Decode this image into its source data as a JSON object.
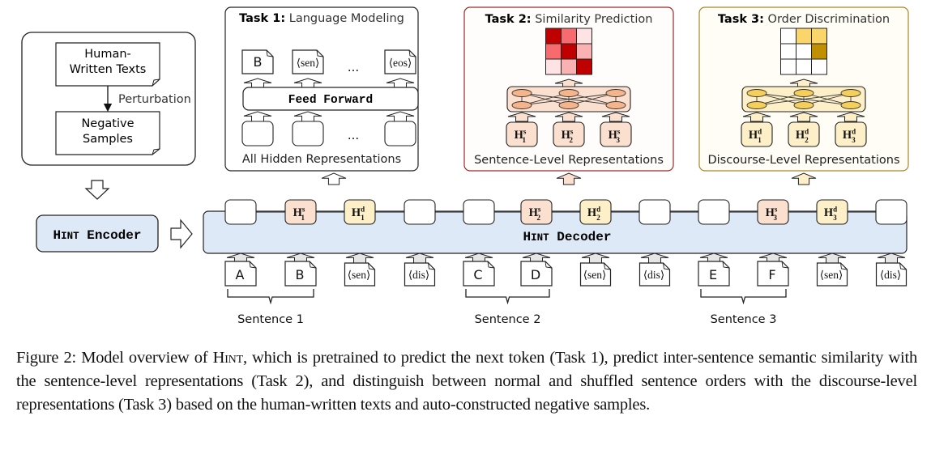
{
  "data_panel": {
    "human_texts": [
      "Human-",
      "Written Texts"
    ],
    "negative_samples": [
      "Negative",
      "Samples"
    ],
    "perturbation_label": "Perturbation"
  },
  "encoder": {
    "label_prefix": "H",
    "label_smallcaps": "INT",
    "label_suffix": " Encoder"
  },
  "decoder": {
    "label_prefix": "H",
    "label_smallcaps": "INT",
    "label_suffix": " Decoder"
  },
  "task1": {
    "title_bold": "Task 1:",
    "title_rest": " Language Modeling",
    "outputs": [
      "B",
      "⟨sen⟩",
      "...",
      "⟨eos⟩"
    ],
    "feed_forward": "Feed Forward",
    "ellipsis": "...",
    "footer": "All Hidden Representations"
  },
  "task2": {
    "title_bold": "Task 2:",
    "title_rest": " Similarity Prediction",
    "matrix_colors": [
      [
        "#c00000",
        "#f76a6d",
        "#fde3e3"
      ],
      [
        "#f76a6d",
        "#c00000",
        "#f9b1b1"
      ],
      [
        "#fde3e3",
        "#f9b1b1",
        "#c00000"
      ]
    ],
    "reps": [
      {
        "base": "H",
        "sup": "s",
        "sub": "1"
      },
      {
        "base": "H",
        "sup": "s",
        "sub": "2"
      },
      {
        "base": "H",
        "sup": "s",
        "sub": "3"
      }
    ],
    "footer": "Sentence-Level Representations"
  },
  "task3": {
    "title_bold": "Task 3:",
    "title_rest": " Order Discrimination",
    "matrix_colors": [
      [
        "#ffffff",
        "#fad56a",
        "#fad56a"
      ],
      [
        "#ffffff",
        "#ffffff",
        "#c09000"
      ],
      [
        "#ffffff",
        "#ffffff",
        "#ffffff"
      ]
    ],
    "reps": [
      {
        "base": "H",
        "sup": "d",
        "sub": "1"
      },
      {
        "base": "H",
        "sup": "d",
        "sub": "2"
      },
      {
        "base": "H",
        "sup": "d",
        "sub": "3"
      }
    ],
    "footer": "Discourse-Level Representations"
  },
  "decoder_hidden": [
    {
      "type": "empty"
    },
    {
      "type": "s",
      "base": "H",
      "sup": "s",
      "sub": "1"
    },
    {
      "type": "d",
      "base": "H",
      "sup": "d",
      "sub": "1"
    },
    {
      "type": "empty"
    },
    {
      "type": "empty"
    },
    {
      "type": "s",
      "base": "H",
      "sup": "s",
      "sub": "2"
    },
    {
      "type": "d",
      "base": "H",
      "sup": "d",
      "sub": "2"
    },
    {
      "type": "empty"
    },
    {
      "type": "empty"
    },
    {
      "type": "s",
      "base": "H",
      "sup": "s",
      "sub": "3"
    },
    {
      "type": "d",
      "base": "H",
      "sup": "d",
      "sub": "3"
    },
    {
      "type": "empty"
    }
  ],
  "input_tokens": [
    {
      "text": "A",
      "style": "hand"
    },
    {
      "text": "B",
      "style": "hand"
    },
    {
      "text": "⟨sen⟩",
      "style": "serif"
    },
    {
      "text": "⟨dis⟩",
      "style": "serif"
    },
    {
      "text": "C",
      "style": "hand"
    },
    {
      "text": "D",
      "style": "hand"
    },
    {
      "text": "⟨sen⟩",
      "style": "serif"
    },
    {
      "text": "⟨dis⟩",
      "style": "serif"
    },
    {
      "text": "E",
      "style": "hand"
    },
    {
      "text": "F",
      "style": "hand"
    },
    {
      "text": "⟨sen⟩",
      "style": "serif"
    },
    {
      "text": "⟨dis⟩",
      "style": "serif"
    }
  ],
  "sentences": [
    "Sentence 1",
    "Sentence 2",
    "Sentence 3"
  ],
  "colors": {
    "decoder_fill": "#dde9f6",
    "s_fill": "#fbe0d0",
    "d_fill": "#fdf0c8",
    "task2_border": "#9b2a2a",
    "task3_border": "#a8862a",
    "task2_bg": "#fffdfb",
    "task3_bg": "#fffdf5",
    "node_s": "#f5b48a",
    "node_d": "#f6cf5a"
  },
  "caption": "Figure 2: Model overview of HINT, which is pretrained to predict the next token (Task 1), predict inter-sentence semantic similarity with the sentence-level representations (Task 2), and distinguish between normal and shuffled sentence orders with the discourse-level representations (Task 3) based on the human-written texts and auto-constructed negative samples."
}
